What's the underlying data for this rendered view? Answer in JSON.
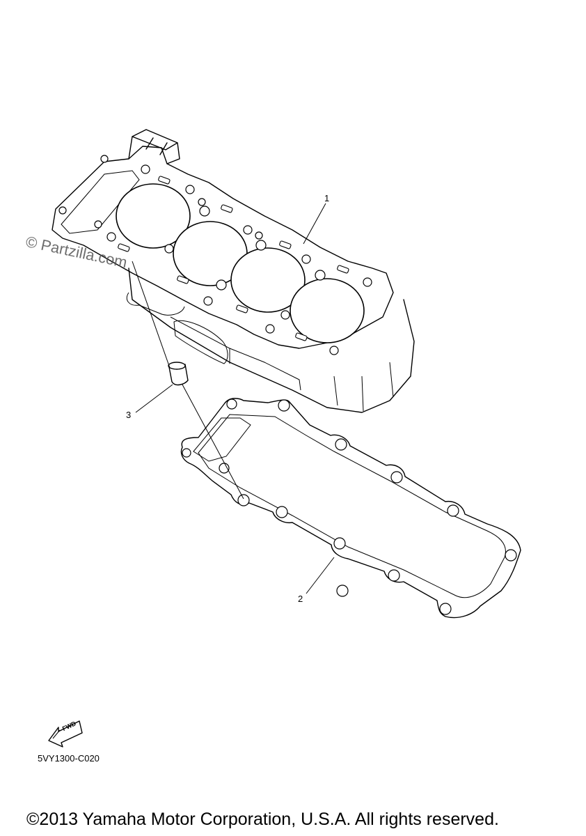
{
  "watermark": "© Partzilla.com",
  "callouts": {
    "part1": "1",
    "part2": "2",
    "part3": "3"
  },
  "fwd_label": "FWD",
  "diagram_code": "5VY1300-C020",
  "copyright": "©2013 Yamaha Motor Corporation, U.S.A. All rights reserved."
}
